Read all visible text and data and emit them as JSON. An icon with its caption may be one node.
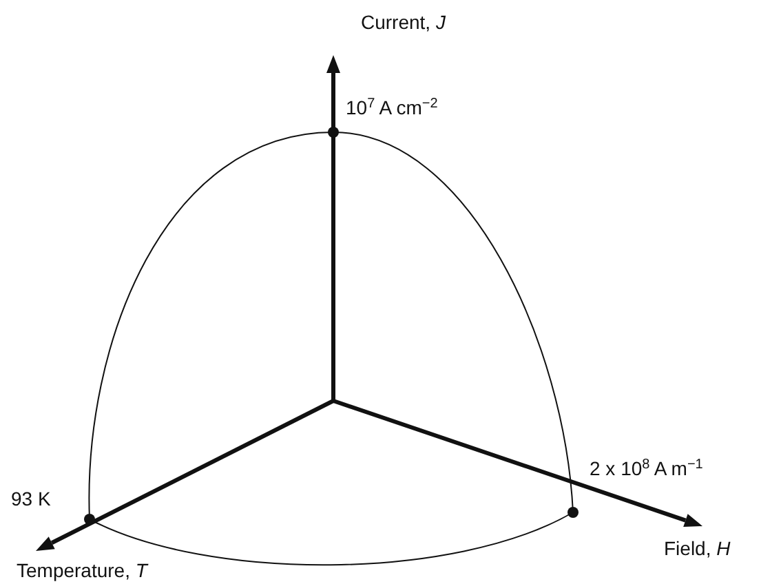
{
  "diagram": {
    "labels": [
      "Current, *J*",
      "10$^{7}$ A cm$^{−2}$",
      "2 x 10$^{8}$ A m$^{−1}$",
      "93 K",
      "Field, *H*",
      "Temperature, *T*"
    ]
  }
}
